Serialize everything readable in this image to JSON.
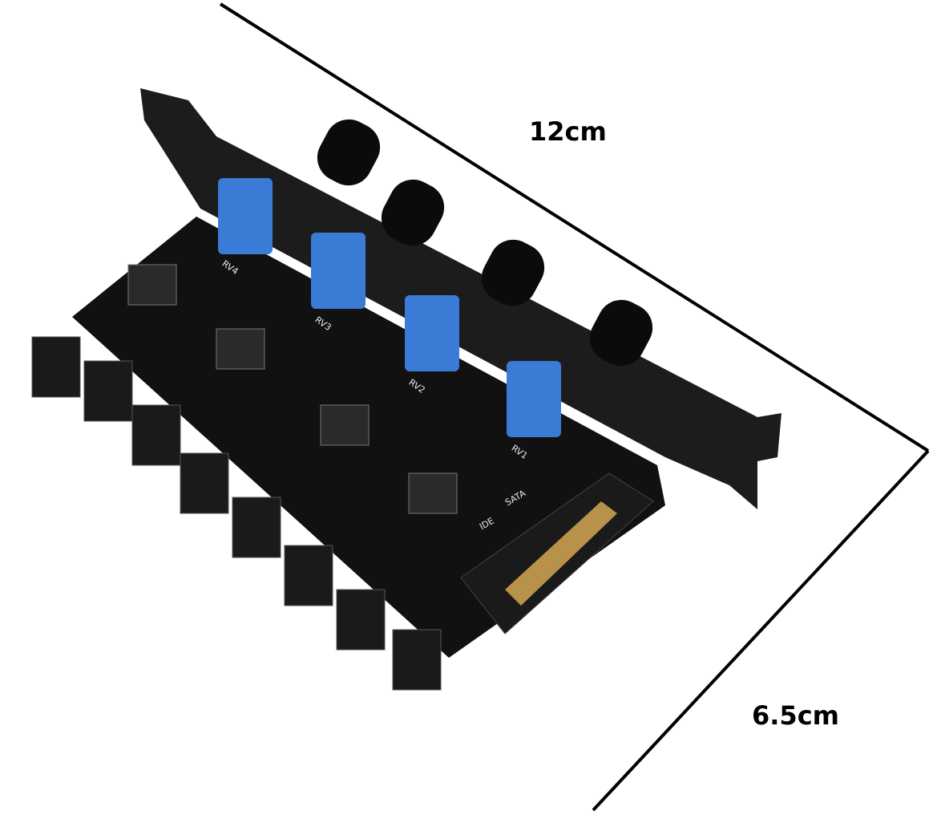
{
  "dimensions": {
    "length_label": "12cm",
    "width_label": "6.5cm"
  },
  "product": {
    "knob_labels": [
      "RV1",
      "RV2",
      "RV3",
      "RV4"
    ],
    "connector_labels": [
      "SATA",
      "IDE"
    ],
    "colors": {
      "pcb": "#101010",
      "bracket": "#1c1c1c",
      "potentiometer": "#3a7bd5",
      "background": "#ffffff",
      "dimension_line": "#000000"
    }
  }
}
